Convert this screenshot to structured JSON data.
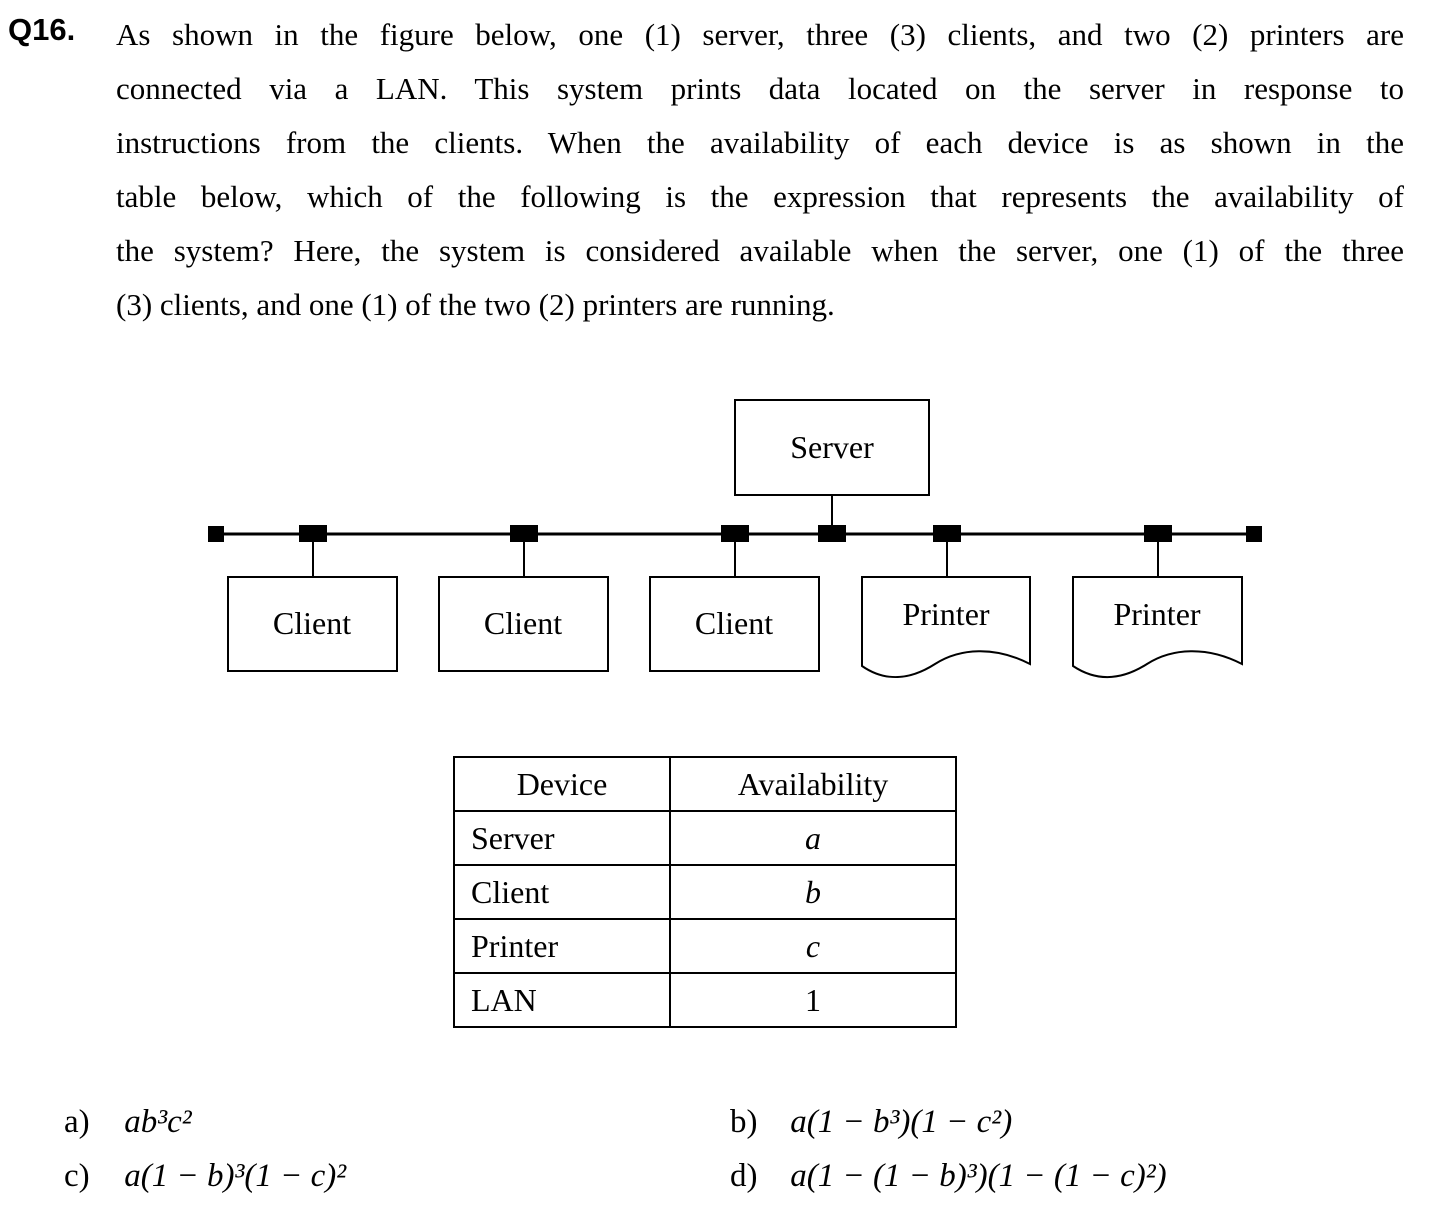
{
  "question": {
    "number": "Q16.",
    "lines": [
      "As shown in the figure below, one (1) server, three (3) clients, and two (2) printers are",
      "connected via a LAN. This system prints data located on the server in response to",
      "instructions from the clients. When the availability of each device is as shown in the",
      "table below, which of the following is the expression that represents the availability of",
      "the system? Here, the system is considered available when the server, one (1) of the three",
      "(3) clients, and one (1) of the two (2) printers are running."
    ]
  },
  "diagram": {
    "server_label": "Server",
    "client_labels": [
      "Client",
      "Client",
      "Client"
    ],
    "printer_labels": [
      "Printer",
      "Printer"
    ]
  },
  "table": {
    "headers": [
      "Device",
      "Availability"
    ],
    "rows": [
      {
        "device": "Server",
        "availability": "a"
      },
      {
        "device": "Client",
        "availability": "b"
      },
      {
        "device": "Printer",
        "availability": "c"
      },
      {
        "device": "LAN",
        "availability": "1"
      }
    ]
  },
  "options": {
    "a": {
      "label": "a)",
      "text": "ab³c²"
    },
    "b": {
      "label": "b)",
      "text": "a(1 − b³)(1 − c²)"
    },
    "c": {
      "label": "c)",
      "text": "a(1 − b)³(1 − c)²"
    },
    "d": {
      "label": "d)",
      "text": "a(1 − (1 − b)³)(1 − (1 − c)²)"
    }
  }
}
